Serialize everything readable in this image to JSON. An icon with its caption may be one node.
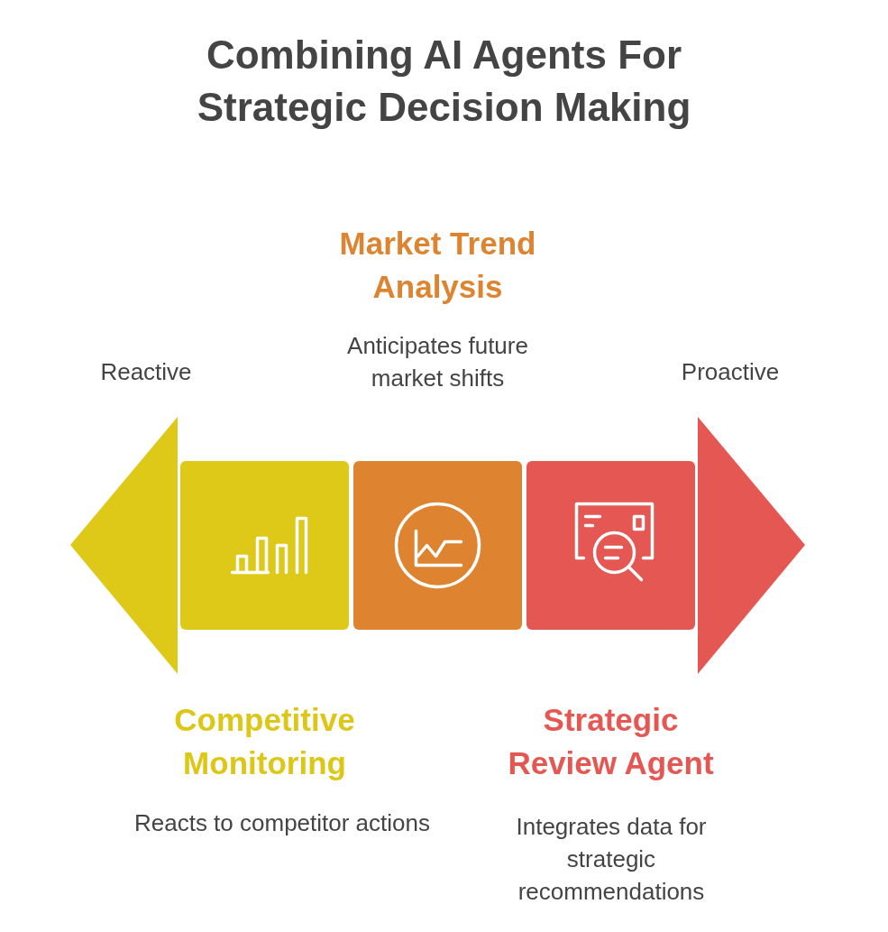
{
  "diagram": {
    "title": "Combining AI Agents For Strategic Decision Making",
    "nodes": [
      {
        "text": [
          "Competitive Monitoring"
        ]
      },
      {
        "text": [
          "Market Trend Analysis"
        ],
        "beside": [
          "Anticipates future market shifts"
        ]
      },
      {
        "text": [
          "Strategic Review Agent"
        ]
      }
    ],
    "labels": [
      "Reactive",
      "Proactive",
      "Reacts to competitor actions",
      "Integrates data for strategic recommendations"
    ]
  }
}
